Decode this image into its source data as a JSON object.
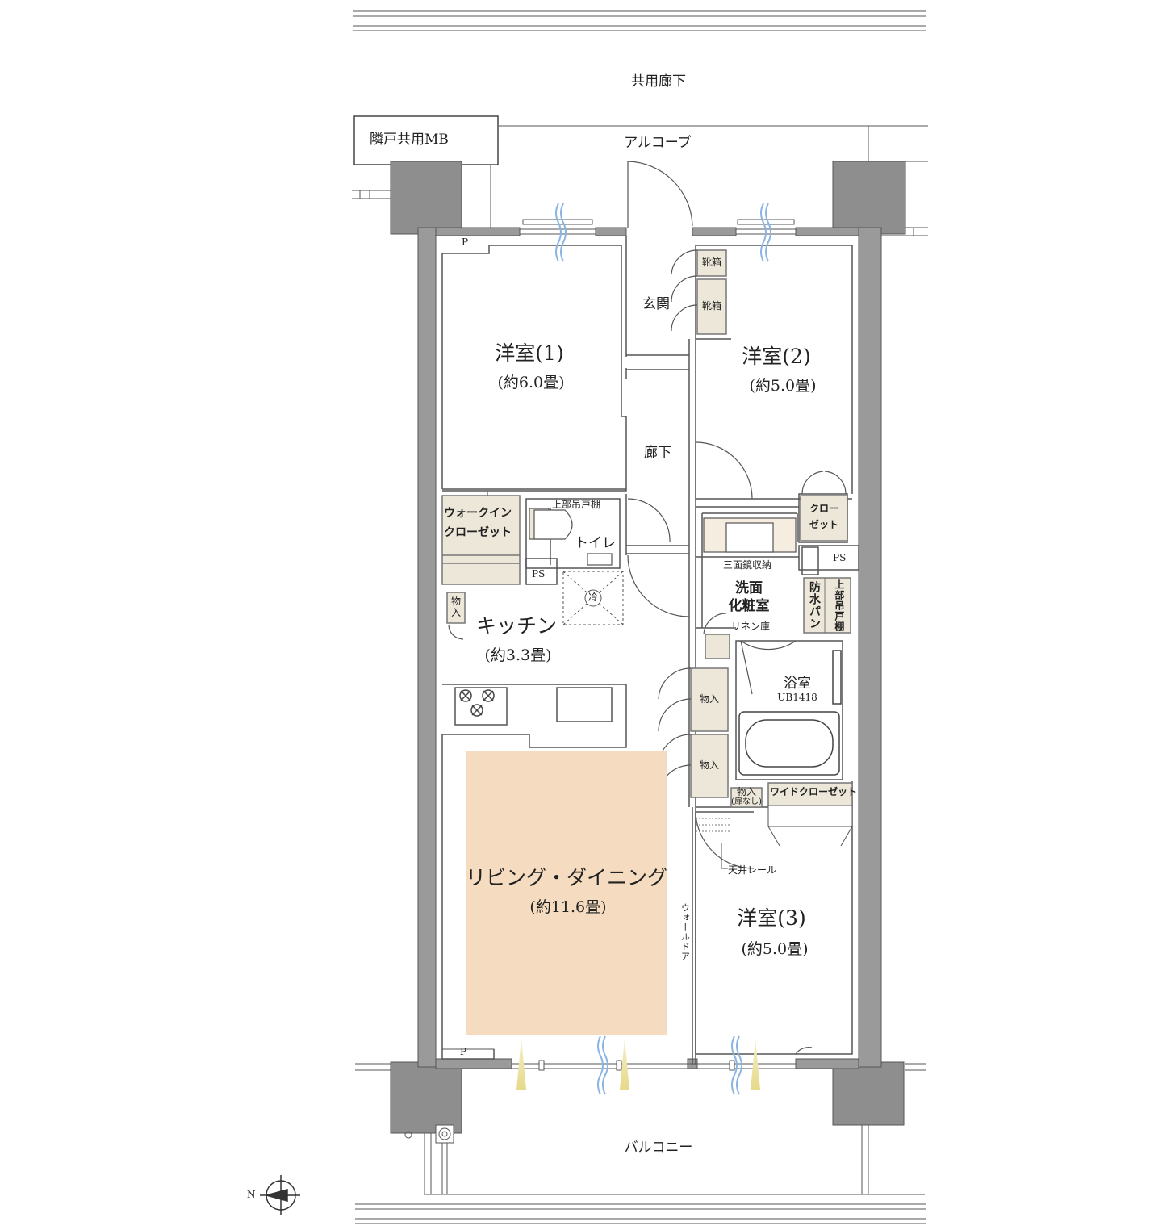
{
  "outside": {
    "corridor": "共用廊下",
    "alcove": "アルコーブ",
    "balcony": "バルコニー",
    "neighbor_mb": "隣戸共用MB"
  },
  "rooms": {
    "western1": {
      "name": "洋室(1)",
      "area": "(約6.0畳)"
    },
    "western2": {
      "name": "洋室(2)",
      "area": "(約5.0畳)"
    },
    "western3": {
      "name": "洋室(3)",
      "area": "(約5.0畳)"
    },
    "living": {
      "name": "リビング・ダイニング",
      "area": "(約11.6畳)"
    },
    "kitchen": {
      "name": "キッチン",
      "area": "(約3.3畳)"
    },
    "entrance": "玄関",
    "hallway": "廊下",
    "toilet": "トイレ",
    "washroom_line1": "洗面",
    "washroom_line2": "化粧室",
    "bathroom": "浴室",
    "bathroom_code": "UB1418"
  },
  "fixtures": {
    "shoe_box_top": "靴箱",
    "shoe_box_bottom": "靴箱",
    "walkin_line1": "ウォークイン",
    "walkin_line2": "クローゼット",
    "closet_line1": "クロー",
    "closet_line2": "ゼット",
    "upper_cabinet": "上部吊戸棚",
    "ps_toilet": "PS",
    "ps_wash": "PS",
    "storage_kitchen": "物入",
    "fridge": "冷",
    "mirror_storage": "三面鏡収納",
    "waterproof_pan": "防水パン",
    "upper_cabinet_vertical": "上部吊戸棚",
    "linen": "リネン庫",
    "storage_1": "物入",
    "storage_2": "物入",
    "storage_nodoor_line1": "物入",
    "storage_nodoor_line2": "(扉なし)",
    "wide_closet": "ワイドクローゼット",
    "ceiling_rail": "天井レール",
    "wall_door": "ウォールドア",
    "pipe_top": "P",
    "pipe_bottom": "P"
  },
  "compass": {
    "north": "N"
  },
  "colors": {
    "wall": "#9a9a9a",
    "wall_dark": "#8e8e8e",
    "fixture": "#ede7d9",
    "living_floor": "#f5dcc0",
    "airflow": "#8ab4e2",
    "sunlight": "#ece3a0"
  }
}
